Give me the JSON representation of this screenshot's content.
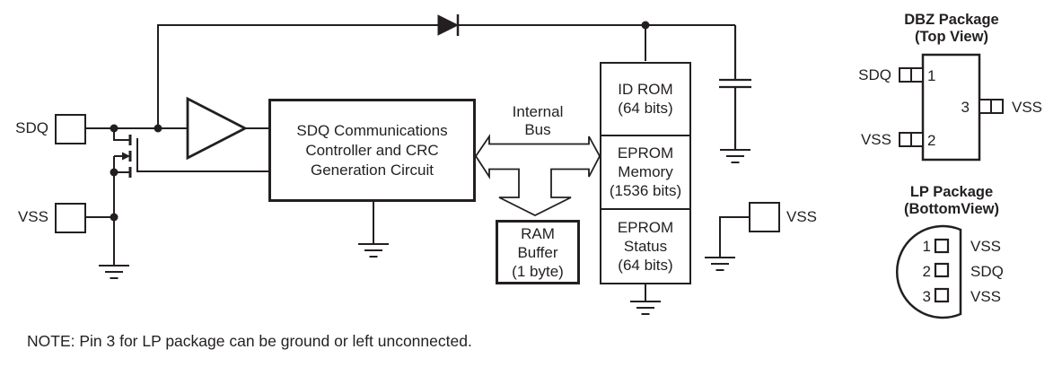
{
  "colors": {
    "ink": "#231f20",
    "background": "#ffffff"
  },
  "block_diagram": {
    "sdq_pad_label": "SDQ",
    "vss_pad_label": "VSS",
    "controller_lines": [
      "SDQ Communications",
      "Controller and CRC",
      "Generation Circuit"
    ],
    "internal_bus_lines": [
      "Internal",
      "Bus"
    ],
    "ram_lines": [
      "RAM",
      "Buffer",
      "(1 byte)"
    ],
    "id_rom_lines": [
      "ID ROM",
      "(64 bits)"
    ],
    "eprom_memory_lines": [
      "EPROM",
      "Memory",
      "(1536 bits)"
    ],
    "eprom_status_lines": [
      "EPROM",
      "Status",
      "(64 bits)"
    ],
    "vss_right_label": "VSS"
  },
  "dbz_package": {
    "title": "DBZ Package",
    "subtitle": "(Top View)",
    "pins": [
      {
        "number": "1",
        "label": "SDQ"
      },
      {
        "number": "2",
        "label": "VSS"
      },
      {
        "number": "3",
        "label": "VSS"
      }
    ]
  },
  "lp_package": {
    "title": "LP Package",
    "subtitle": "(BottomView)",
    "pins": [
      {
        "number": "1",
        "label": "VSS"
      },
      {
        "number": "2",
        "label": "SDQ"
      },
      {
        "number": "3",
        "label": "VSS"
      }
    ]
  },
  "note": "NOTE: Pin 3 for LP package can be ground or left unconnected."
}
